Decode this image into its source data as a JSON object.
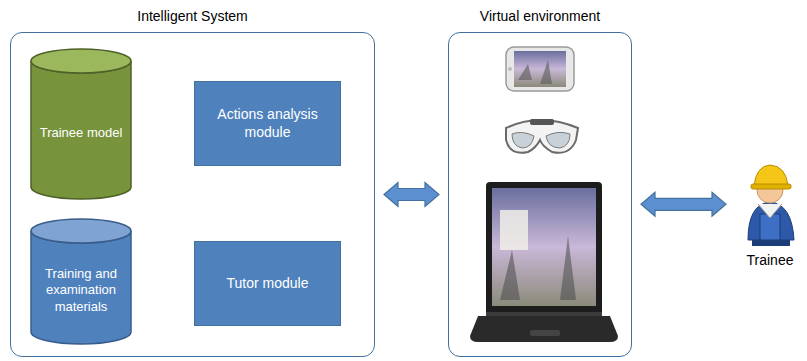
{
  "diagram": {
    "nodes": [
      {
        "text": [
          "Intelligent System"
        ]
      },
      {
        "text": [
          "Trainee model"
        ],
        "in": 0
      },
      {
        "text": [
          "Actions analysis module"
        ],
        "in": 0
      },
      {
        "text": [
          "Training and examination materials"
        ],
        "in": 0
      },
      {
        "text": [
          "Tutor module"
        ],
        "in": 0
      },
      {
        "text": [
          "Virtual environment"
        ]
      },
      {
        "text": [
          "Trainee"
        ]
      }
    ],
    "edges": [
      {
        "from": 0,
        "to": 5,
        "arrow": "both"
      },
      {
        "from": 5,
        "to": 6,
        "arrow": "both"
      }
    ]
  }
}
